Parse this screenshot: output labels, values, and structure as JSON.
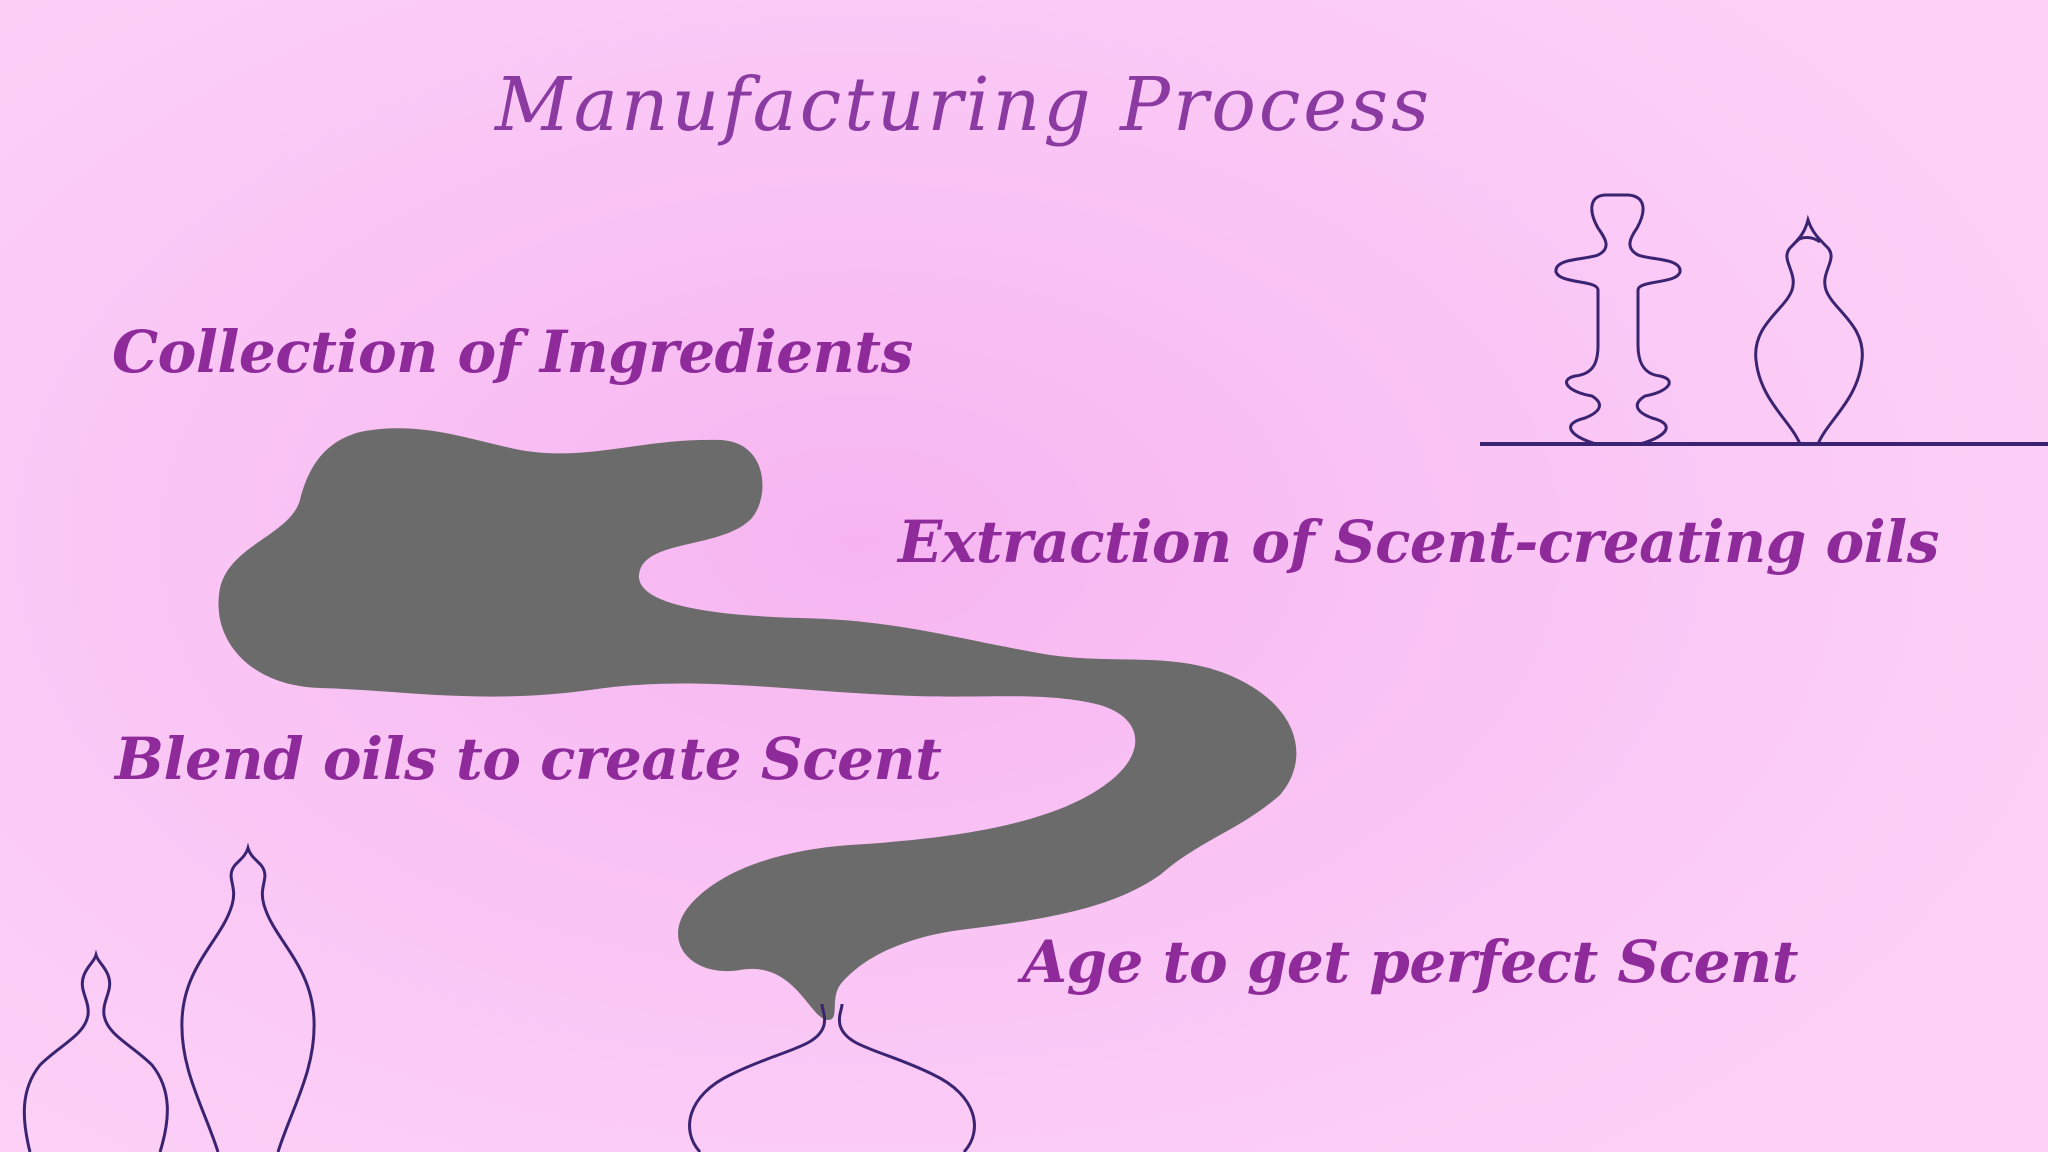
{
  "slide": {
    "title": "Manufacturing Process",
    "steps": [
      {
        "label": "Collection of Ingredients"
      },
      {
        "label": "Extraction of Scent-creating oils"
      },
      {
        "label": "Blend oils to create Scent"
      },
      {
        "label": "Age to get perfect Scent"
      }
    ]
  },
  "colors": {
    "background": "#fbc8f6",
    "title": "#8a3aa0",
    "step_text": "#8f2a9b",
    "smoke": "#6b6b6b",
    "bottle_outline": "#3a2370"
  }
}
